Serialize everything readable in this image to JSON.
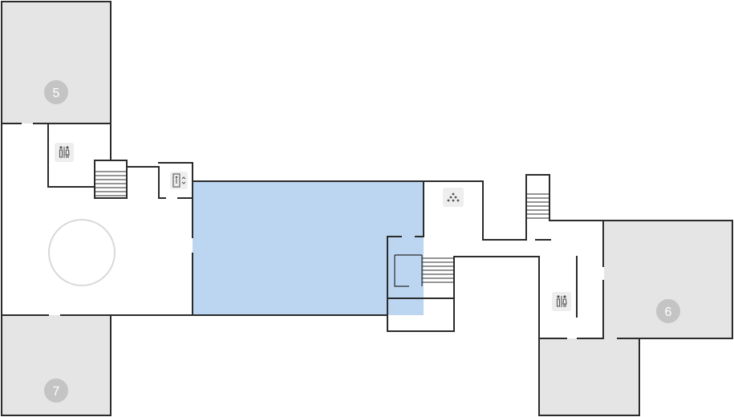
{
  "floor_plan": {
    "galleries": [
      {
        "id": "gallery-5",
        "number": "5"
      },
      {
        "id": "gallery-6",
        "number": "6"
      },
      {
        "id": "gallery-7",
        "number": "7"
      }
    ],
    "highlighted_room": "central-hall",
    "icons": [
      "restroom-icon",
      "restroom-icon",
      "elevator-icon",
      "info-icon"
    ],
    "colors": {
      "highlight": "#bcd6f2",
      "gallery": "#e5e5e5",
      "wall": "#2b2b2b",
      "badge": "#c4c4c4"
    }
  }
}
